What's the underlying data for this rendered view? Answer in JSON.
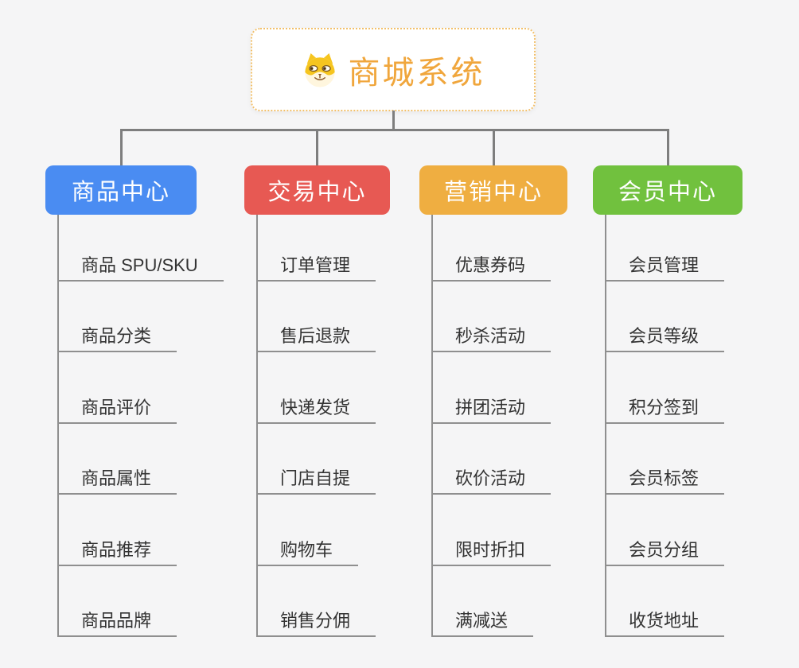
{
  "root": {
    "title": "商城系统",
    "icon": "doge-face-icon"
  },
  "branches": [
    {
      "id": "product-center",
      "label": "商品中心",
      "color": "#4A8CF2",
      "children": [
        "商品 SPU/SKU",
        "商品分类",
        "商品评价",
        "商品属性",
        "商品推荐",
        "商品品牌"
      ]
    },
    {
      "id": "trade-center",
      "label": "交易中心",
      "color": "#E75953",
      "children": [
        "订单管理",
        "售后退款",
        "快递发货",
        "门店自提",
        "购物车",
        "销售分佣"
      ]
    },
    {
      "id": "marketing-center",
      "label": "营销中心",
      "color": "#EFAE41",
      "children": [
        "优惠券码",
        "秒杀活动",
        "拼团活动",
        "砍价活动",
        "限时折扣",
        "满减送"
      ]
    },
    {
      "id": "member-center",
      "label": "会员中心",
      "color": "#71C13E",
      "children": [
        "会员管理",
        "会员等级",
        "积分签到",
        "会员标签",
        "会员分组",
        "收货地址"
      ]
    }
  ],
  "colors": {
    "background": "#F5F5F6",
    "root_title": "#F0A63C",
    "root_border": "#F2C06B",
    "connector": "#7E7E7E",
    "leaf_line": "#8F8F8F",
    "leaf_text": "#333333",
    "branch_text": "#FFFFFF"
  }
}
